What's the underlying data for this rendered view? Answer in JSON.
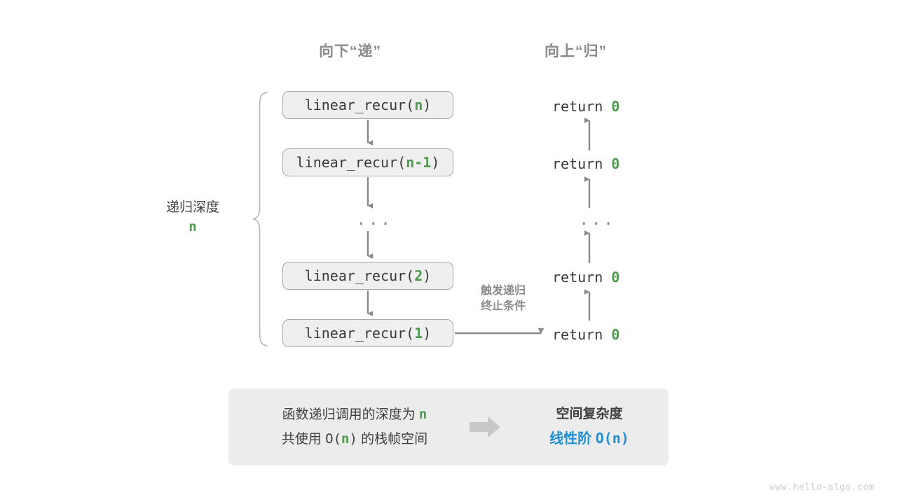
{
  "headings": {
    "down": "向下“递”",
    "up": "向上“归”"
  },
  "depth": {
    "label": "递归深度",
    "value": "n"
  },
  "call_stack": [
    {
      "prefix": "linear_recur(",
      "arg": "n",
      "suffix": ")"
    },
    {
      "prefix": "linear_recur(",
      "arg": "n-1",
      "suffix": ")"
    },
    {
      "ellipsis": "..."
    },
    {
      "prefix": "linear_recur(",
      "arg": "2",
      "suffix": ")"
    },
    {
      "prefix": "linear_recur(",
      "arg": "1",
      "suffix": ")"
    }
  ],
  "returns": [
    {
      "text": "return ",
      "value": "0"
    },
    {
      "text": "return ",
      "value": "0"
    },
    {
      "ellipsis": "..."
    },
    {
      "text": "return ",
      "value": "0"
    },
    {
      "text": "return ",
      "value": "0"
    }
  ],
  "termination_note": "触发递归\n终止条件",
  "termination_note_line1": "触发递归",
  "termination_note_line2": "终止条件",
  "summary": {
    "line1_prefix": "函数递归调用的深度为 ",
    "line1_value": "n",
    "line2_prefix": "共使用 ",
    "line2_mono_open": "O(",
    "line2_value": "n",
    "line2_mono_close": ")",
    "line2_suffix": " 的栈帧空间",
    "complexity_title": "空间复杂度",
    "complexity_kind": "线性阶 ",
    "complexity_notation": "O(n)",
    "arrow_icon": "right-arrow-icon"
  },
  "colors": {
    "green": "#4e9a51",
    "blue": "#1e8fd5",
    "gray_text": "#8a8a8a",
    "dark_text": "#3a3a3a",
    "box_fill": "#efefef",
    "box_border": "#a8a8a8",
    "panel_fill": "#ececec",
    "arrow_gray": "#8a8a8a",
    "block_arrow": "#c8c8c8",
    "brace": "#b9b9b9"
  },
  "watermark": "www.hello-algo.com"
}
